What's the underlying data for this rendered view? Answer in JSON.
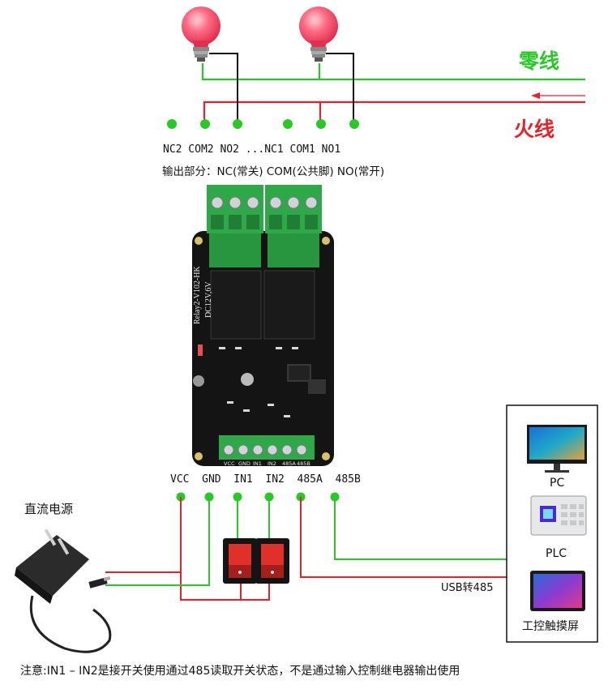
{
  "line_labels": {
    "neutral": "零线",
    "live": "火线"
  },
  "output": {
    "terminals": "NC2 COM2 NO2 ...NC1 COM1 NO1",
    "legend": "输出部分：NC(常关) COM(公共脚)  NO(常开)"
  },
  "board": {
    "model": "Relay2-V102-HK",
    "voltage": "DC12V,6V",
    "pins": [
      "VCC",
      "GND",
      "IN1",
      "IN2",
      "485A",
      "485B"
    ]
  },
  "input_labels": "VCC  GND  IN1  IN2  485A  485B",
  "power_supply_label": "直流电源",
  "usb_label": "USB转485",
  "devices": {
    "pc": "PC",
    "plc": "PLC",
    "hmi": "工控触摸屏"
  },
  "note": "注意:IN1 – IN2是接开关使用通过485读取开关状态，不是通过输入控制继电器输出使用",
  "colors": {
    "neutral": "#28c828",
    "live": "#e8202a",
    "board": "#111111",
    "terminal": "#2fa84a"
  }
}
